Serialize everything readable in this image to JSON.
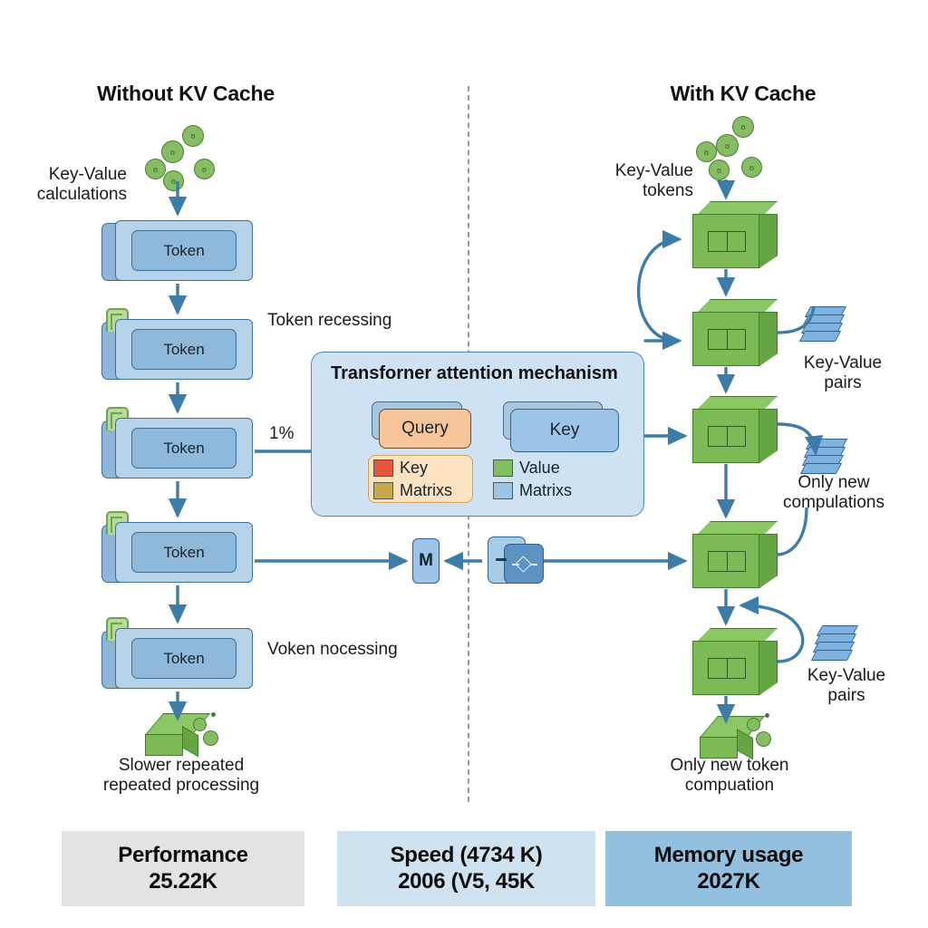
{
  "columns": {
    "left_title": "Without KV Cache",
    "right_title": "With KV Cache"
  },
  "left": {
    "kv_calc_label": "Key-Value\ncalculations",
    "token_cards": [
      {
        "label": "Token"
      },
      {
        "label": "Token"
      },
      {
        "label": "Token"
      },
      {
        "label": "Token"
      },
      {
        "label": "Token"
      }
    ],
    "token_recessing_label": "Token recessing",
    "percent_label": "1%",
    "voken_label": "Voken nocessing",
    "output_label": "Slower repeated\nrepeated processing"
  },
  "right": {
    "kv_tokens_label": "Key-Value\ntokens",
    "kv_pairs_label_1": "Key-Value\npairs",
    "only_new_comp_label": "Only new\ncompulations",
    "kv_pairs_label_2": "Key-Value\npairs",
    "output_label": "Only new token\ncompuation"
  },
  "attention": {
    "title": "Transforner attention mechanism",
    "query_label": "Query",
    "key_label": "Key",
    "legend": [
      {
        "swatch": "#e8553a",
        "text": "Key"
      },
      {
        "swatch": "#c9a84c",
        "text": "Matrixs"
      },
      {
        "swatch": "#7fbf5f",
        "text": "Value"
      },
      {
        "swatch": "#9dc3e6",
        "text": "Matrixs"
      }
    ]
  },
  "middle": {
    "m_node_label": "M"
  },
  "stats": [
    {
      "line1": "Performance",
      "line2": "25.22K",
      "bg": "#e3e3e3"
    },
    {
      "line1": "Speed (4734 K)",
      "line2": "2006 (V5, 45K",
      "bg": "#cfe2f0"
    },
    {
      "line1": "Memory usage",
      "line2": "2027K",
      "bg": "#93c0df"
    }
  ],
  "colors": {
    "arrow": "#3c7ca8",
    "green_box": "#7cba55",
    "green_box_border": "#3f7a2e",
    "token_card": "#b6d2e8",
    "token_card_border": "#3d6f96",
    "divider": "#9a9a9a",
    "panel_bg": "#cfe2f3"
  }
}
